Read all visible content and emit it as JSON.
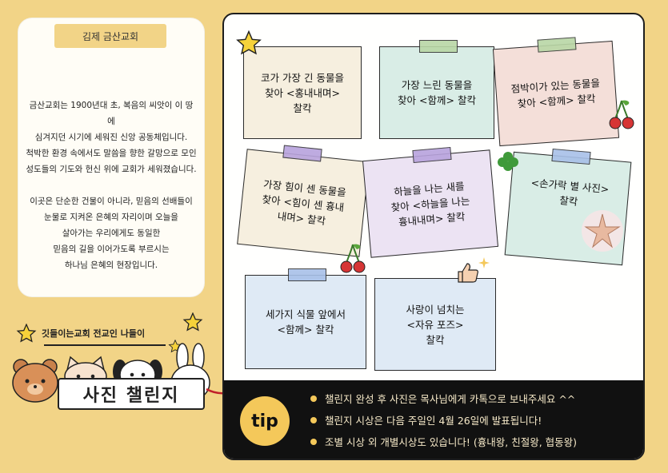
{
  "church": {
    "title": "김제 금산교회",
    "description": "금산교회는 1900년대 초, 복음의 씨앗이 이 땅에\n심겨지던 시기에 세워진 신앙 공동체입니다.\n척박한 환경 속에서도 말씀을 향한 갈망으로 모인\n성도들의 기도와 헌신 위에 교회가 세워졌습니다.\n\n이곳은 단순한 건물이 아니라, 믿음의 선배들이\n눈물로 지켜온 은혜의 자리이며 오늘을\n살아가는 우리에게도 동일한\n믿음의 길을 이어가도록 부르시는\n하나님 은혜의 현장입니다."
  },
  "event": {
    "subtitle": "깃들이는교회 전교인 나들이",
    "banner": "사진 챌린지"
  },
  "notes": [
    {
      "text": "코가 가장 긴 동물을\n찾아 <홍내내며>\n찰칵",
      "bg": "#f6efdf",
      "tape": "#f0a8a8"
    },
    {
      "text": "가장 느린 동물을\n찾아 <함께> 찰칵",
      "bg": "#d9ede6",
      "tape": "#b9d7a6"
    },
    {
      "text": "점박이가 있는 동물을\n찾아 <함께> 찰칵",
      "bg": "#f4dfd9",
      "tape": "#b9d7a6"
    },
    {
      "text": "가장 힘이 센 동물을\n찾아 <힘이 센 흉내\n내며> 찰칵",
      "bg": "#f6efdf",
      "tape": "#b8a3dd"
    },
    {
      "text": "하늘을 나는 새를\n찾아 <하늘을 나는\n흉내내며> 찰칵",
      "bg": "#ece3f3",
      "tape": "#b8a3dd"
    },
    {
      "text": "<손가락 별 사진>\n찰칵",
      "bg": "#d9ede6",
      "tape": "#a8c0e8"
    },
    {
      "text": "세가지 식물 앞에서\n<함께> 찰칵",
      "bg": "#dfeaf5",
      "tape": "#a8c0e8"
    },
    {
      "text": "사랑이 넘치는\n<자유 포즈>\n찰칵",
      "bg": "#dfeaf5",
      "tape": "#b8a3dd"
    }
  ],
  "tip": {
    "badge": "tip",
    "items": [
      "챌린지 완성 후 사진은 목사님에게 카톡으로 보내주세요 ^^",
      "챌린지 시상은 다음 주일인 4월 26일에 발표됩니다!",
      "조별 시상 외 개별시상도 있습니다! (흉내왕, 친절왕, 협동왕)"
    ]
  },
  "colors": {
    "background": "#f2d487",
    "accent": "#f4c85a",
    "board": "#fffffe",
    "tipbar": "#111111"
  }
}
